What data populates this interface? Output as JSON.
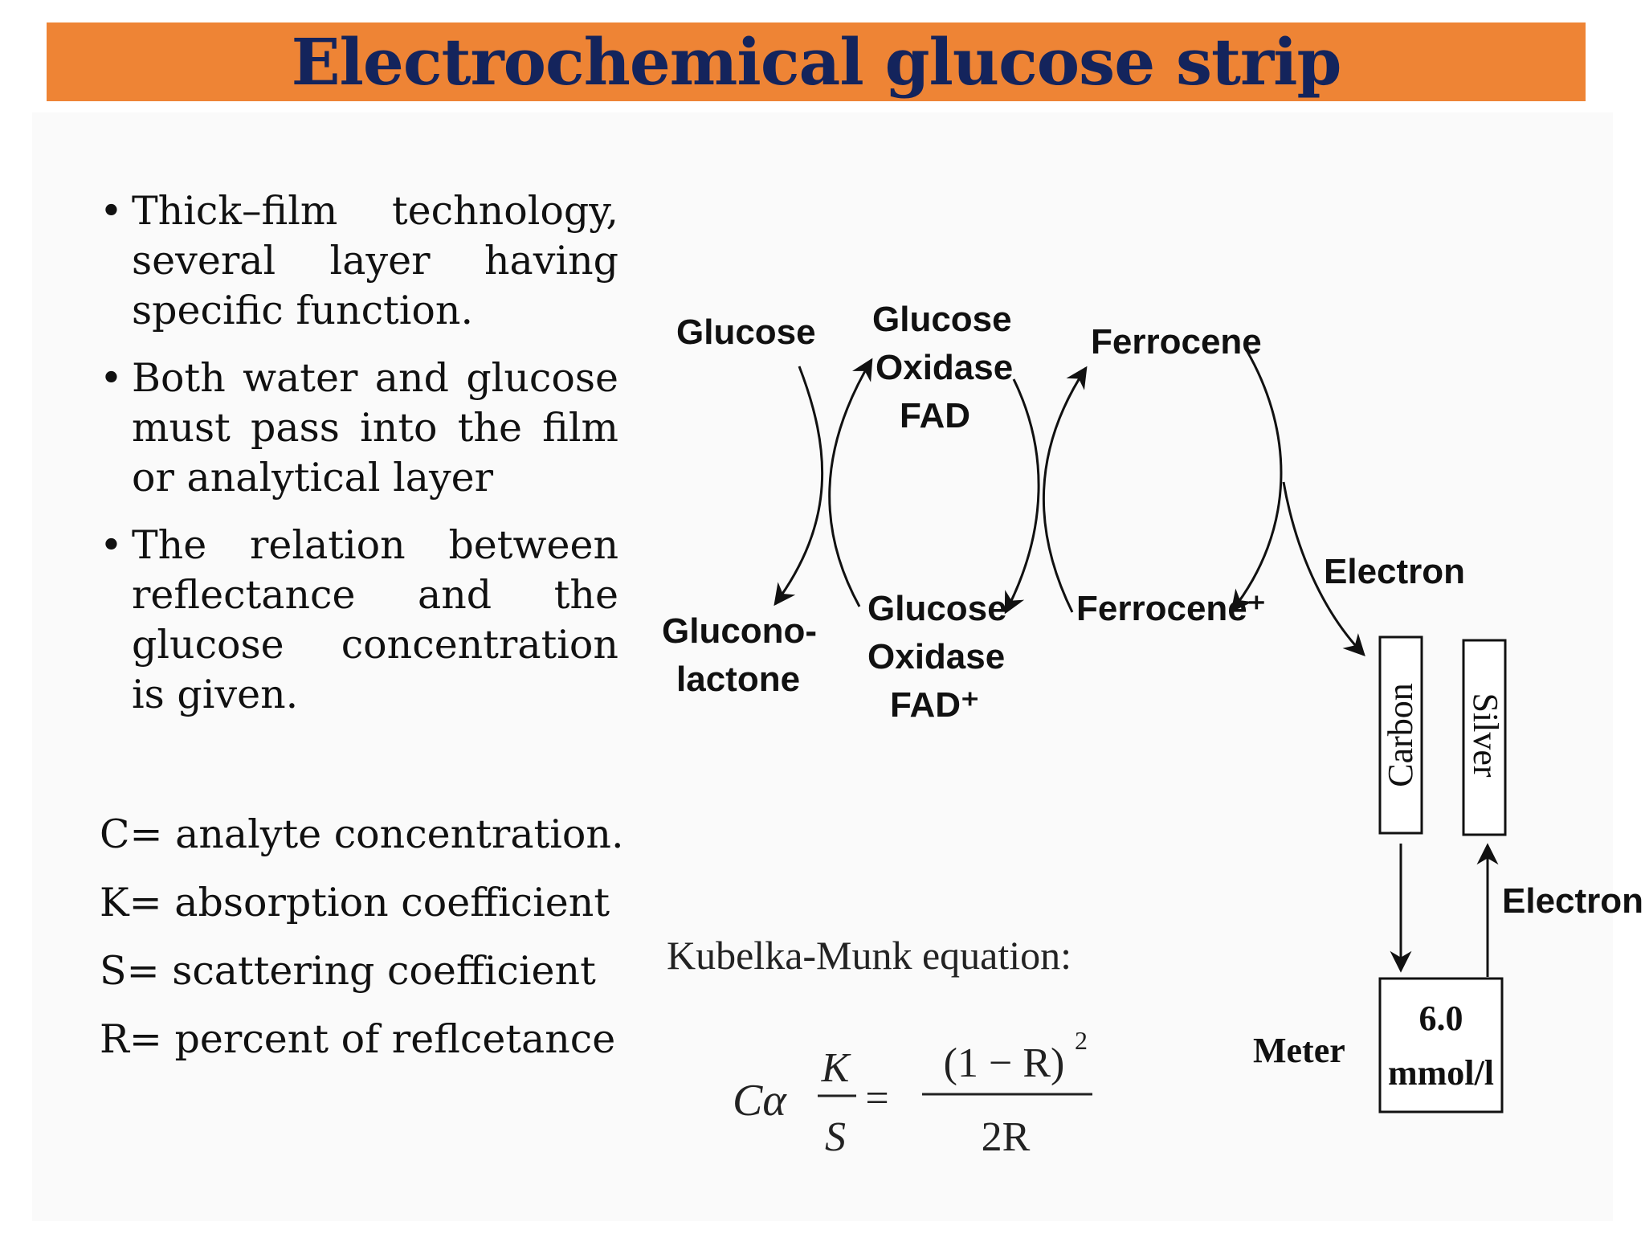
{
  "title": "Electrochemical glucose strip",
  "colors": {
    "title_bar": "#EE8435",
    "title_text": "#14245C"
  },
  "bullets": [
    "Thick–film technology, several layer having specific function.",
    "Both water and glucose must pass into the film or analytical layer",
    "The relation between reflectance and the glucose concentration is given."
  ],
  "definitions": [
    "C= analyte concentration.",
    "K= absorption coefficient",
    "S= scattering coefficient",
    "R= percent of reflcetance"
  ],
  "diagram": {
    "glucose": "Glucose",
    "gox_fad_1": "Glucose",
    "gox_fad_2": "Oxidase",
    "gox_fad_3": "FAD",
    "ferrocene": "Ferrocene",
    "gluconolactone_1": "Glucono-",
    "gluconolactone_2": "lactone",
    "gox_fadplus_1": "Glucose",
    "gox_fadplus_2": "Oxidase",
    "gox_fadplus_3": "FAD⁺",
    "ferrocene_plus": "Ferrocene⁺",
    "electron_top": "Electron",
    "carbon": "Carbon",
    "silver": "Silver",
    "electron_right": "Electron",
    "meter": "Meter",
    "meter_value": "6.0",
    "meter_unit": "mmol/l"
  },
  "equation": {
    "caption": "Kubelka-Munk equation:",
    "lhs": "Cα",
    "k": "K",
    "s": "S",
    "equals": "=",
    "numerator": "(1 − R)",
    "exponent": "2",
    "denominator": "2R"
  }
}
